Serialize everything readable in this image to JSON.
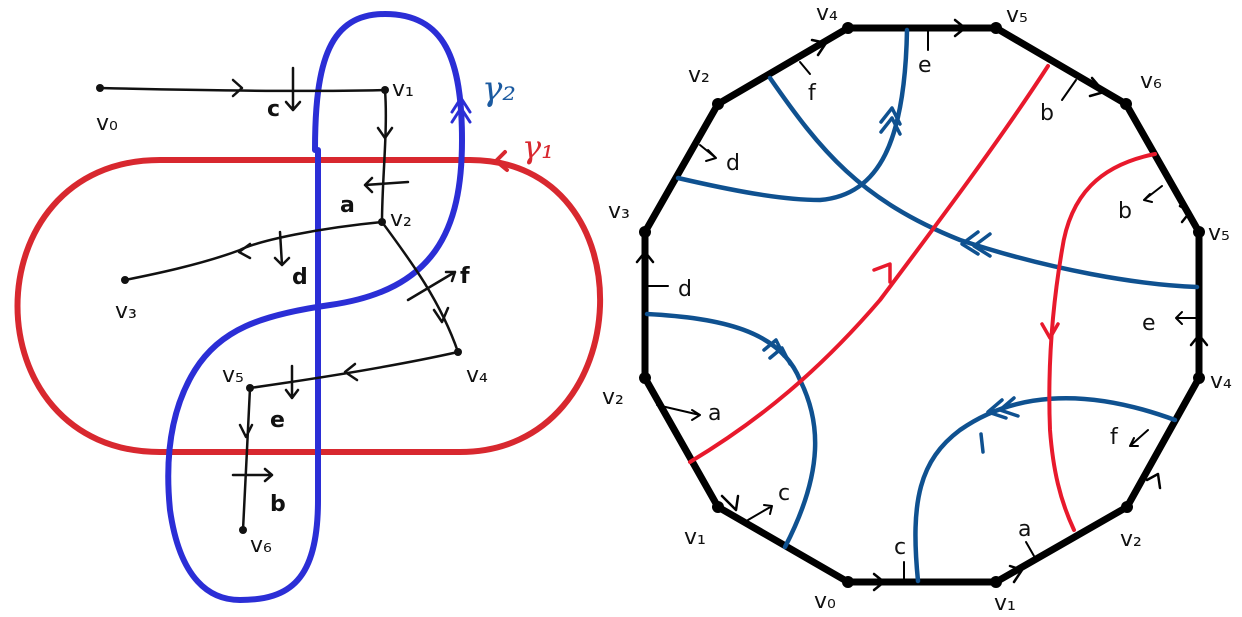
{
  "colors": {
    "red": "#d8282f",
    "blue": "#2b2ed6",
    "dark_blue": "#0f5190",
    "bright_red": "#e8192c",
    "ink": "#111111"
  },
  "left": {
    "curve_labels": {
      "gamma1": "γ₁",
      "gamma2": "γ₂"
    },
    "vertices": {
      "v0": "v₀",
      "v1": "v₁",
      "v2": "v₂",
      "v3": "v₃",
      "v4": "v₄",
      "v5": "v₅",
      "v6": "v₆"
    },
    "edges": {
      "a": "a",
      "b": "b",
      "c": "c",
      "d": "d",
      "e": "e",
      "f": "f"
    }
  },
  "right": {
    "vertices": {
      "top1": "v₄",
      "top2": "v₅",
      "ul": "v₂",
      "ur": "v₆",
      "left": "v₃",
      "right": "v₅",
      "lmid": "v₂",
      "rmid": "v₄",
      "ll": "v₁",
      "lr": "v₂",
      "bot1": "v₀",
      "bot2": "v₁"
    },
    "edges": {
      "e_top": "e",
      "f_top": "f",
      "b_top": "b",
      "d_ul": "d",
      "b_right": "b",
      "d_left": "d",
      "e_right": "e",
      "a_left": "a",
      "f_right": "f",
      "c_ll": "c",
      "c_bot": "c",
      "a_bot": "a"
    }
  }
}
